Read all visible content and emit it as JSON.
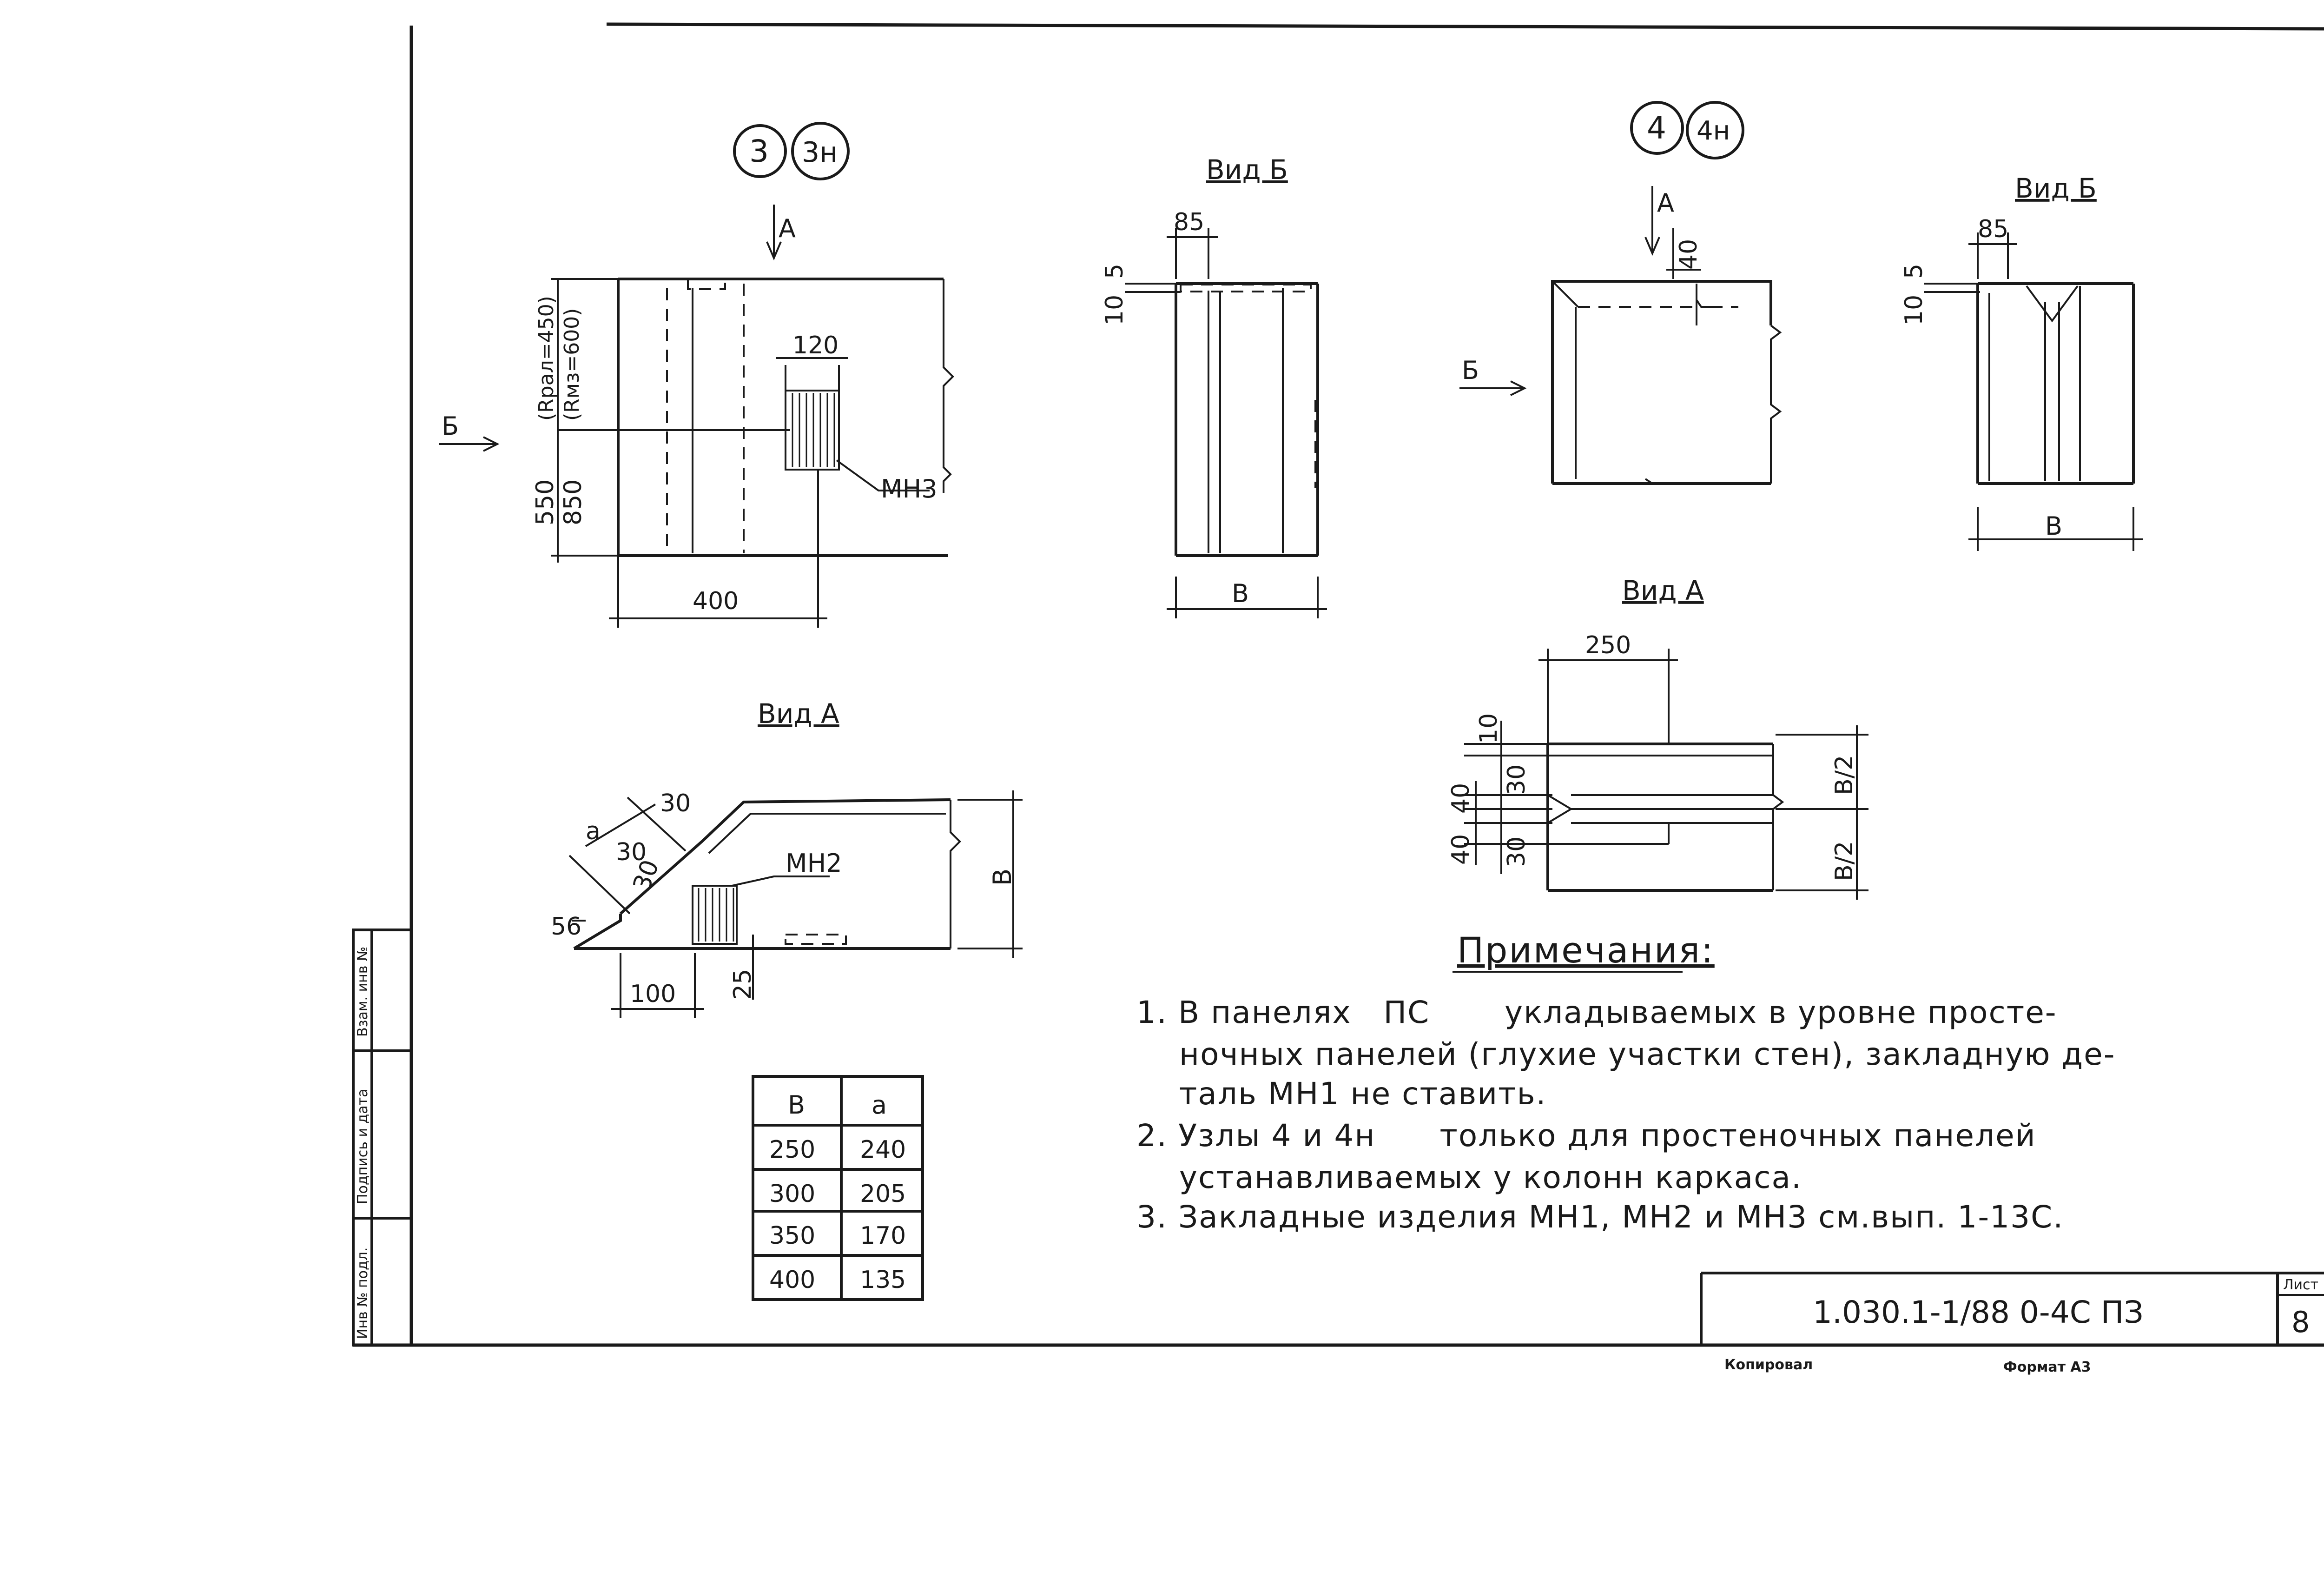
{
  "node_marks": {
    "left": [
      "3",
      "3н"
    ],
    "right": [
      "4",
      "4н"
    ]
  },
  "views": {
    "vid_b": "Вид Б",
    "vid_a": "Вид А",
    "arrow_a": "А",
    "arrow_b": "Б"
  },
  "left_plan": {
    "dim_width": "400",
    "dim_embed": "120",
    "dim_550": "550",
    "dim_850": "850",
    "dim_rpl": "(Rрал=450)",
    "dim_rmz": "(Rмз=600)",
    "label_part": "МН3"
  },
  "left_section_b": {
    "dim_85": "85",
    "dim_5": "5",
    "dim_10": "10",
    "dim_b": "В"
  },
  "left_view_a": {
    "dim_a": "а",
    "dim_30a": "30",
    "dim_30b": "30",
    "dim_30c": "30",
    "dim_56": "56",
    "dim_100": "100",
    "dim_25": "25",
    "dim_b": "В",
    "label_part": "МН2"
  },
  "table": {
    "headers": [
      "В",
      "а"
    ],
    "rows": [
      [
        "250",
        "240"
      ],
      [
        "300",
        "205"
      ],
      [
        "350",
        "170"
      ],
      [
        "400",
        "135"
      ]
    ]
  },
  "right_plan": {
    "dim_40": "40"
  },
  "right_section_b": {
    "dim_85": "85",
    "dim_5": "5",
    "dim_10": "10",
    "dim_b": "В"
  },
  "right_view_a": {
    "dim_250": "250",
    "dim_10": "10",
    "dim_40a": "40",
    "dim_30a": "30",
    "dim_40b": "40",
    "dim_30b": "30",
    "dim_b2a": "В/2",
    "dim_b2b": "В/2"
  },
  "notes": {
    "title": "Примечания:",
    "items": [
      "1. В панелях   ПС       укладываемых в уровне просте-",
      "    ночных панелей (глухие участки стен), закладную де-",
      "    таль МН1 не ставить.",
      "2. Узлы 4 и 4н      только для простеночных панелей",
      "    устанавливаемых у колонн каркаса.",
      "3. Закладные изделия МН1, МН2 и МН3 см.вып. 1-13С."
    ]
  },
  "stamp": {
    "left_labels": [
      "Инв № подл.",
      "Подпись и дата",
      "Взам. инв №"
    ],
    "code": "1.030.1-1/88  0-4С ПЗ",
    "sheet_label": "Лист",
    "sheet_number": "8",
    "copied": "Копировал",
    "format": "Формат А3"
  }
}
